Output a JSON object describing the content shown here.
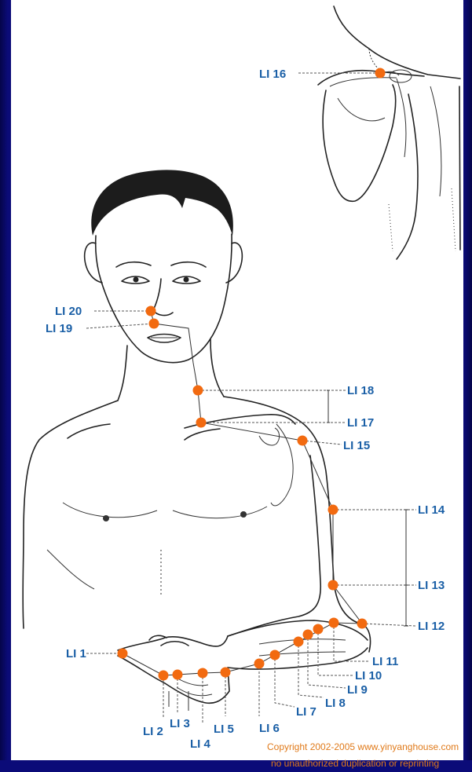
{
  "points": [
    {
      "id": "li1",
      "label": "LI 1"
    },
    {
      "id": "li2",
      "label": "LI 2"
    },
    {
      "id": "li3",
      "label": "LI 3"
    },
    {
      "id": "li4",
      "label": "LI 4"
    },
    {
      "id": "li5",
      "label": "LI 5"
    },
    {
      "id": "li6",
      "label": "LI 6"
    },
    {
      "id": "li7",
      "label": "LI 7"
    },
    {
      "id": "li8",
      "label": "LI 8"
    },
    {
      "id": "li9",
      "label": "LI 9"
    },
    {
      "id": "li10",
      "label": "LI 10"
    },
    {
      "id": "li11",
      "label": "LI 11"
    },
    {
      "id": "li12",
      "label": "LI 12"
    },
    {
      "id": "li13",
      "label": "LI 13"
    },
    {
      "id": "li14",
      "label": "LI 14"
    },
    {
      "id": "li15",
      "label": "LI 15"
    },
    {
      "id": "li16",
      "label": "LI 16"
    },
    {
      "id": "li17",
      "label": "LI 17"
    },
    {
      "id": "li18",
      "label": "LI 18"
    },
    {
      "id": "li19",
      "label": "LI 19"
    },
    {
      "id": "li20",
      "label": "LI 20"
    }
  ],
  "copyright": {
    "line1": "Copyright 2002-2005 www.yinyanghouse.com",
    "line2": "no unauthorized duplication or reprinting"
  },
  "colors": {
    "point": "#f26a10",
    "label": "#1a5fa6",
    "copyright": "#e07a1a",
    "frame": "#0b0b78"
  }
}
